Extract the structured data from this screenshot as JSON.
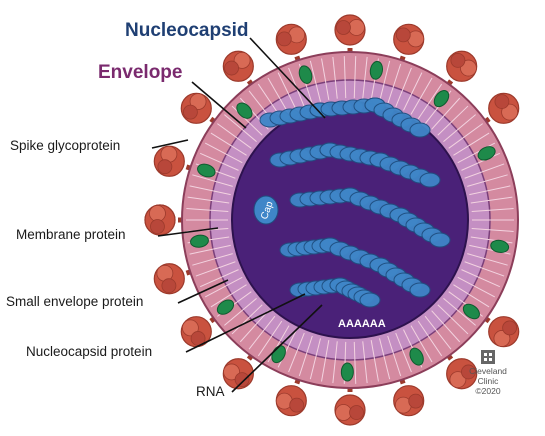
{
  "labels": {
    "nucleocapsid_title": "Nucleocapsid",
    "envelope_title": "Envelope",
    "spike": "Spike glycoprotein",
    "membrane": "Membrane protein",
    "small_envelope": "Small envelope protein",
    "nucleocapsid_protein": "Nucleocapsid protein",
    "rna": "RNA"
  },
  "inner_text": {
    "cap": "Cap",
    "polya": "AAAAAA"
  },
  "credit": {
    "line1": "Cleveland",
    "line2": "Clinic",
    "year": "©2020"
  },
  "colors": {
    "nucleocapsid_title": "#1f3f73",
    "envelope_title": "#7a2a6e",
    "spike": "#c9523f",
    "spike_dark": "#9c3a2c",
    "envelope_pink": "#d9879f",
    "membrane_lilac": "#b48ab8",
    "interior": "#4a2178",
    "rna_blue": "#3f86c8",
    "green_protein": "#1e8a4a"
  }
}
